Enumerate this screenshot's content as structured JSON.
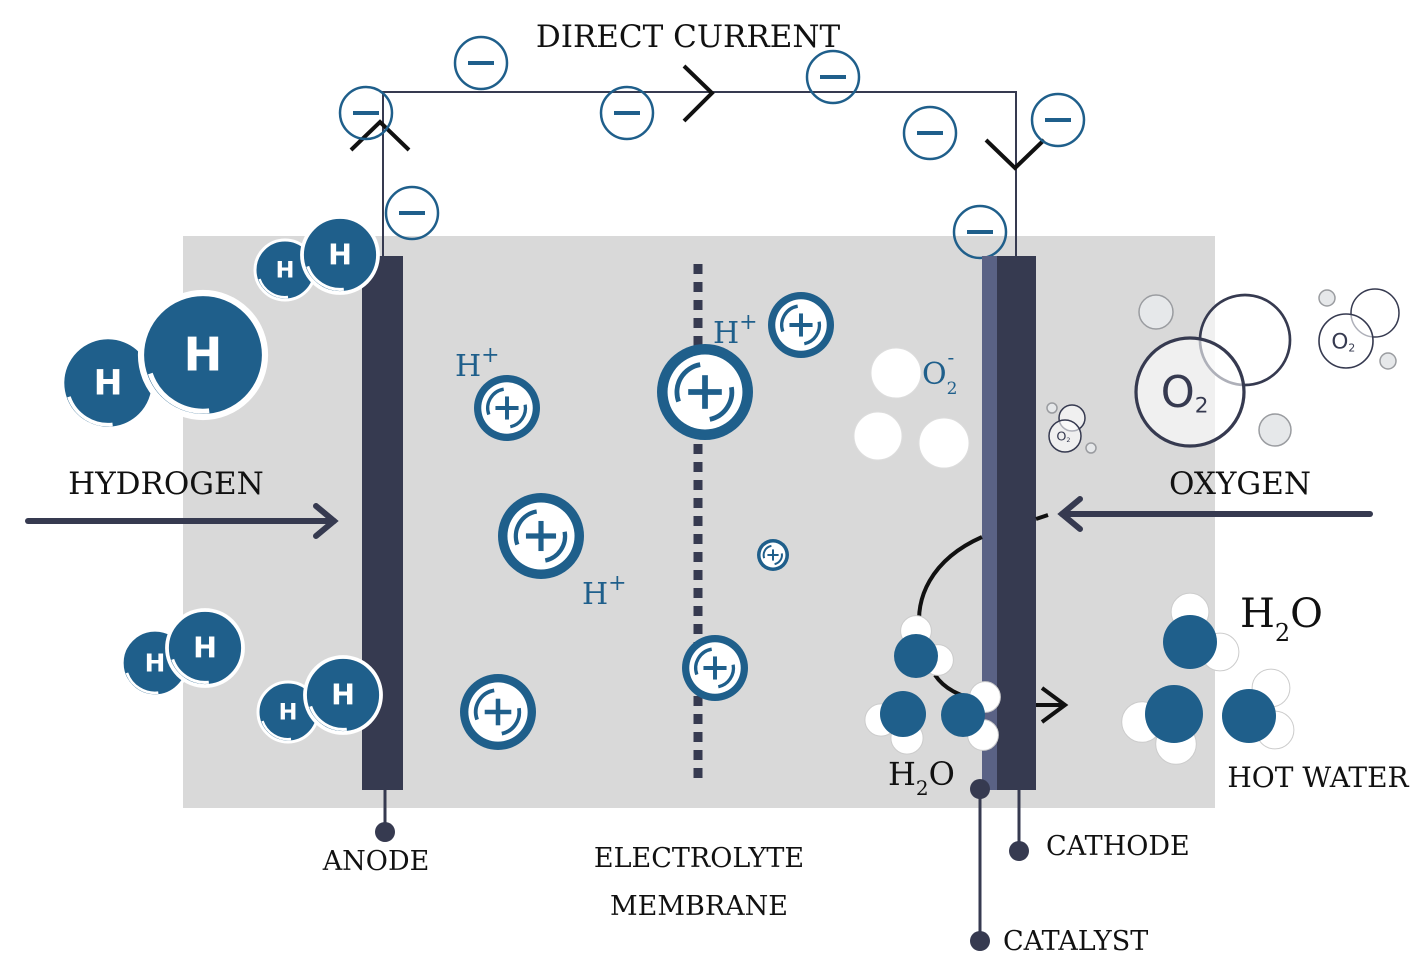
{
  "labels": {
    "direct_current": "DIRECT CURRENT",
    "hydrogen": "HYDROGEN",
    "oxygen": "OXYGEN",
    "anode": "ANODE",
    "electrolyte_line1": "ELECTROLYTE",
    "electrolyte_line2": "MEMBRANE",
    "cathode": "CATHODE",
    "catalyst": "CATALYST",
    "hot_water": "HOT WATER",
    "proton": "H",
    "proton_charge": "+",
    "oxide": "O",
    "oxide_sub": "2",
    "oxide_charge": "-",
    "water_h": "H",
    "water_sub": "2",
    "water_o": "O",
    "h_atom": "H",
    "o2_symbol": "O",
    "o2_sub": "2"
  },
  "colors": {
    "molecule_blue": "#1f5f8b",
    "electrode": "#363a50",
    "catalyst": "#5a6285",
    "cell_background": "#d9d9d9",
    "wire": "#363a50"
  }
}
